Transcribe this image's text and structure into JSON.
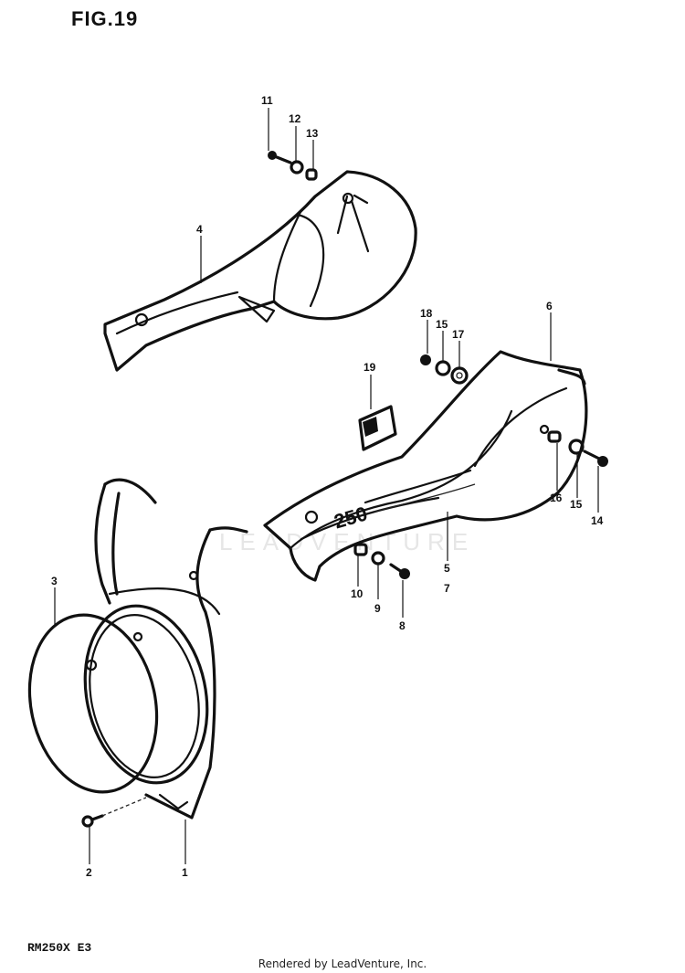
{
  "figure": {
    "title": "FIG.19",
    "model_code": "RM250X  E3",
    "footer": "Rendered by LeadVenture, Inc.",
    "watermark": "LEADVENTURE"
  },
  "decal_text": "250",
  "callouts": [
    {
      "number": "1"
    },
    {
      "number": "2"
    },
    {
      "number": "3"
    },
    {
      "number": "4"
    },
    {
      "number": "5"
    },
    {
      "number": "6"
    },
    {
      "number": "7"
    },
    {
      "number": "8"
    },
    {
      "number": "9"
    },
    {
      "number": "10"
    },
    {
      "number": "11"
    },
    {
      "number": "12"
    },
    {
      "number": "13"
    },
    {
      "number": "14"
    },
    {
      "number": "15"
    },
    {
      "number": "15"
    },
    {
      "number": "16"
    },
    {
      "number": "17"
    },
    {
      "number": "18"
    },
    {
      "number": "19"
    }
  ]
}
